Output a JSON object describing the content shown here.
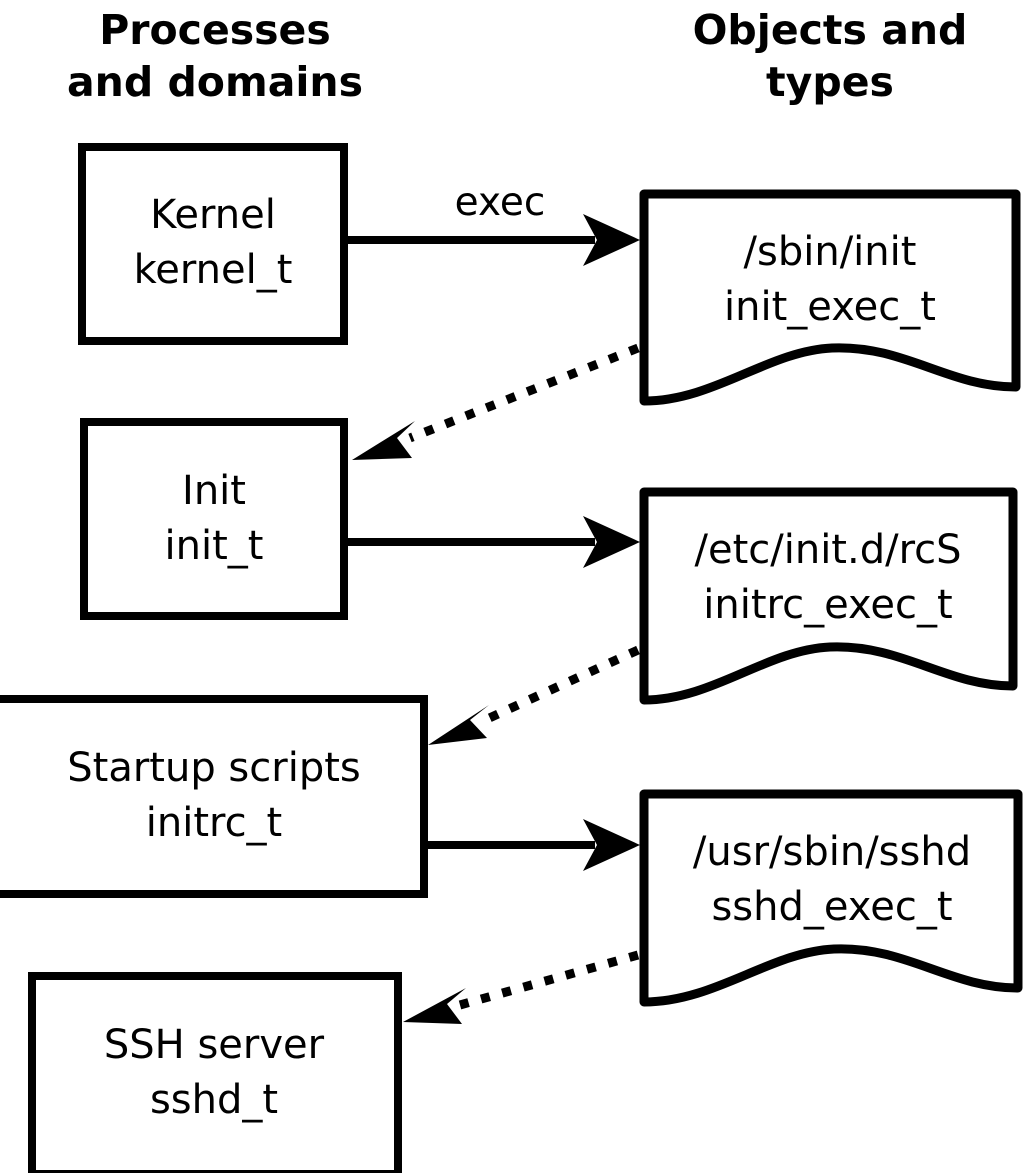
{
  "diagram": {
    "title_hidden": "SELinux process domains and object types transition diagram",
    "columns": [
      {
        "id": "processes",
        "line1": "Processes",
        "line2": "and domains"
      },
      {
        "id": "objects",
        "line1": "Objects and",
        "line2": "types"
      }
    ],
    "process_nodes": [
      {
        "id": "kernel",
        "name": "Kernel",
        "type": "kernel_t"
      },
      {
        "id": "init",
        "name": "Init",
        "type": "init_t"
      },
      {
        "id": "initrc",
        "name": "Startup scripts",
        "type": "initrc_t"
      },
      {
        "id": "sshd",
        "name": "SSH server",
        "type": "sshd_t"
      }
    ],
    "object_nodes": [
      {
        "id": "init-exec",
        "path": "/sbin/init",
        "type": "init_exec_t"
      },
      {
        "id": "initrc-exec",
        "path": "/etc/init.d/rcS",
        "type": "initrc_exec_t"
      },
      {
        "id": "sshd-exec",
        "path": "/usr/sbin/sshd",
        "type": "sshd_exec_t"
      }
    ],
    "edges": [
      {
        "id": "kernel-to-init-exec",
        "style": "solid",
        "label": "exec",
        "from": "kernel",
        "to": "init-exec"
      },
      {
        "id": "init-exec-to-init",
        "style": "dotted",
        "label": "",
        "from": "init-exec",
        "to": "init"
      },
      {
        "id": "init-to-initrc-exec",
        "style": "solid",
        "label": "",
        "from": "init",
        "to": "initrc-exec"
      },
      {
        "id": "initrc-exec-to-initrc",
        "style": "dotted",
        "label": "",
        "from": "initrc-exec",
        "to": "initrc"
      },
      {
        "id": "initrc-to-sshd-exec",
        "style": "solid",
        "label": "",
        "from": "initrc",
        "to": "sshd-exec"
      },
      {
        "id": "sshd-exec-to-sshd",
        "style": "dotted",
        "label": "",
        "from": "sshd-exec",
        "to": "sshd"
      }
    ],
    "colors": {
      "background": "#ffffff",
      "stroke": "#000000",
      "text": "#000000"
    }
  }
}
